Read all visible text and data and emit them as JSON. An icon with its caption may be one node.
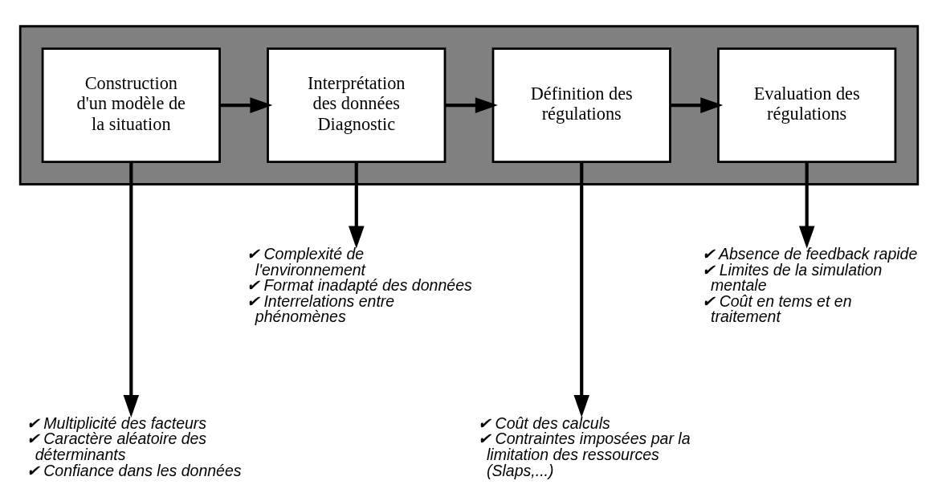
{
  "diagram": {
    "nodes": [
      {
        "text": [],
        "shape": "box"
      },
      {
        "text": [
          "Construction d'un modèle de la situation"
        ],
        "in": 0
      },
      {
        "text": [
          "Interprétation des données Diagnostic"
        ],
        "in": 0
      },
      {
        "text": [
          "Définition des régulations"
        ],
        "in": 0
      },
      {
        "text": [
          "Evaluation des régulations"
        ],
        "in": 0
      },
      {
        "text": [
          "✔ Multiplicité des facteurs",
          "✔ Caractère aléatoire des déterminants",
          "✔ Confiance dans les données"
        ]
      },
      {
        "text": [
          "✔ Complexité de l'environnement",
          "✔ Format inadapté des données",
          "✔ Interrelations entre phénomènes"
        ]
      },
      {
        "text": [
          "✔ Coût des calculs",
          "✔ Contraintes imposées par la limitation des ressources (Slaps,...)"
        ]
      },
      {
        "text": [
          "✔ Absence de feedback rapide",
          "✔ Limites de la simulation mentale",
          "✔ Coût en tems et en traitement"
        ]
      }
    ],
    "edges": [
      {
        "from": 1,
        "to": 2,
        "arrow": "to"
      },
      {
        "from": 2,
        "to": 3,
        "arrow": "to"
      },
      {
        "from": 3,
        "to": 4,
        "arrow": "to"
      },
      {
        "from": 1,
        "to": 5,
        "arrow": "to"
      },
      {
        "from": 2,
        "to": 6,
        "arrow": "to"
      },
      {
        "from": 3,
        "to": 7,
        "arrow": "to"
      },
      {
        "from": 4,
        "to": 8,
        "arrow": "to"
      }
    ]
  }
}
